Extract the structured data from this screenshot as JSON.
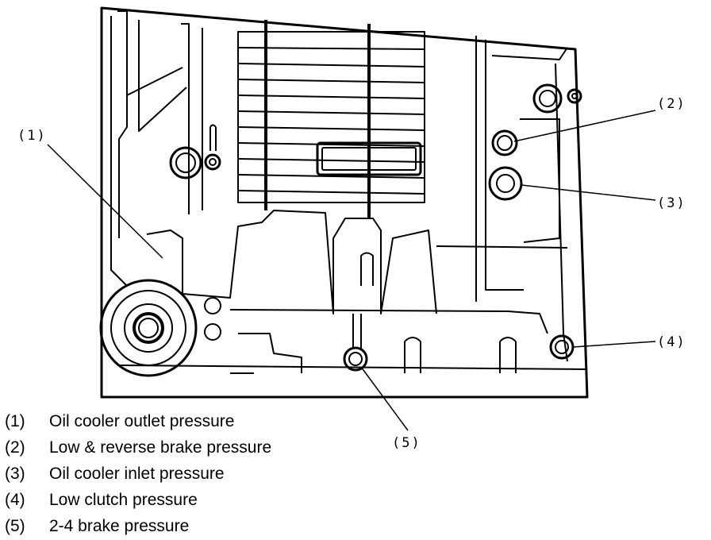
{
  "callouts": [
    {
      "id": "1",
      "label": "(1)"
    },
    {
      "id": "2",
      "label": "(2)"
    },
    {
      "id": "3",
      "label": "(3)"
    },
    {
      "id": "4",
      "label": "(4)"
    },
    {
      "id": "5",
      "label": "(5)"
    }
  ],
  "legend": [
    {
      "num": "(1)",
      "text": "Oil cooler outlet pressure"
    },
    {
      "num": "(2)",
      "text": "Low & reverse brake pressure"
    },
    {
      "num": "(3)",
      "text": "Oil cooler inlet pressure"
    },
    {
      "num": "(4)",
      "text": "Low clutch pressure"
    },
    {
      "num": "(5)",
      "text": "2-4 brake pressure"
    }
  ]
}
